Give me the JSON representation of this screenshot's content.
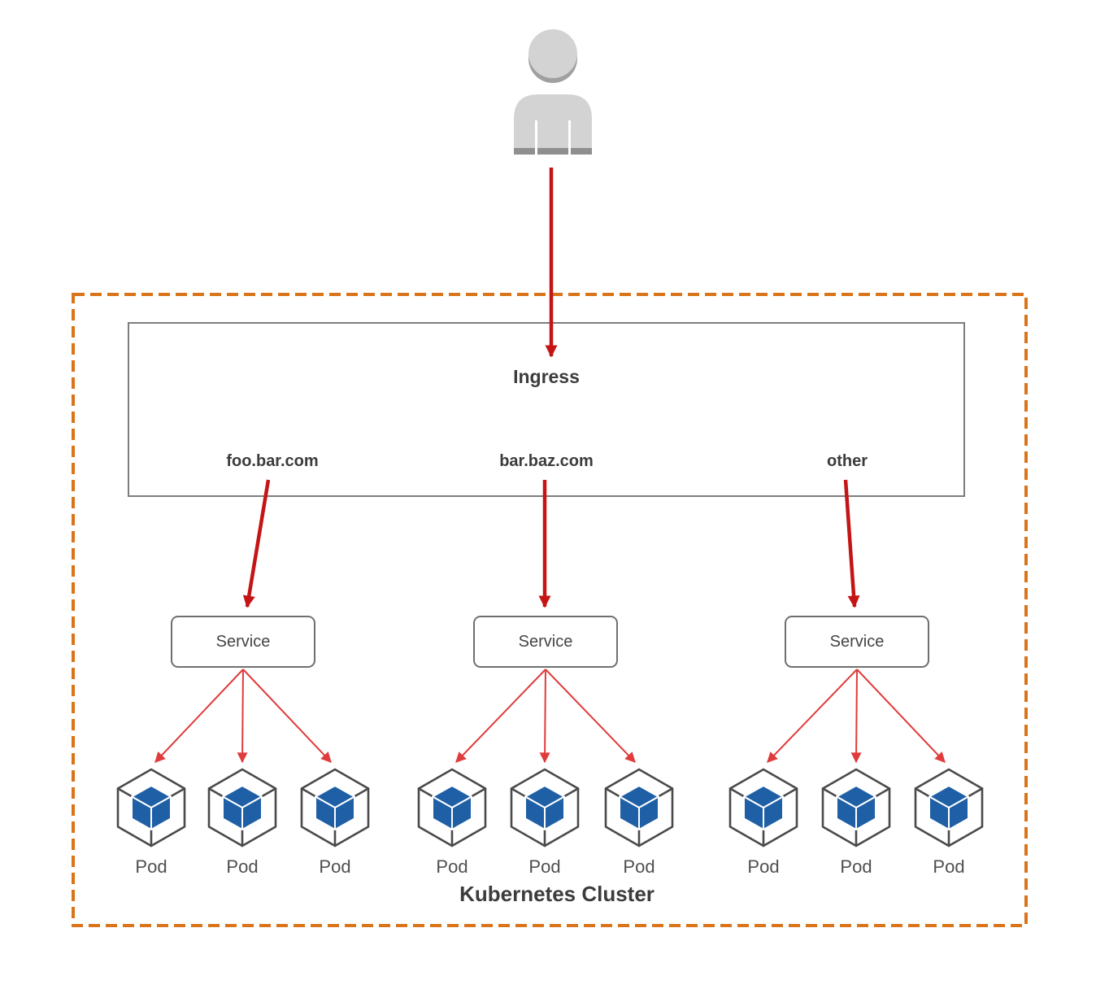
{
  "diagram": {
    "cluster_label": "Kubernetes Cluster",
    "ingress": {
      "label": "Ingress",
      "hosts": [
        "foo.bar.com",
        "bar.baz.com",
        "other"
      ]
    },
    "services": [
      "Service",
      "Service",
      "Service"
    ],
    "pod_groups": [
      {
        "pods": [
          "Pod",
          "Pod",
          "Pod"
        ]
      },
      {
        "pods": [
          "Pod",
          "Pod",
          "Pod"
        ]
      },
      {
        "pods": [
          "Pod",
          "Pod",
          "Pod"
        ]
      }
    ],
    "icons": {
      "user": "user-icon",
      "pod": "pod-cube-icon"
    },
    "colors": {
      "arrow_red": "#C41414",
      "fan_arrow_red": "#E03C3C",
      "cluster_border": "#D9741A",
      "pod_cube_blue": "#1F5FA6",
      "node_border_gray": "#7D7D7D",
      "text_dark": "#3C3C3C"
    }
  }
}
